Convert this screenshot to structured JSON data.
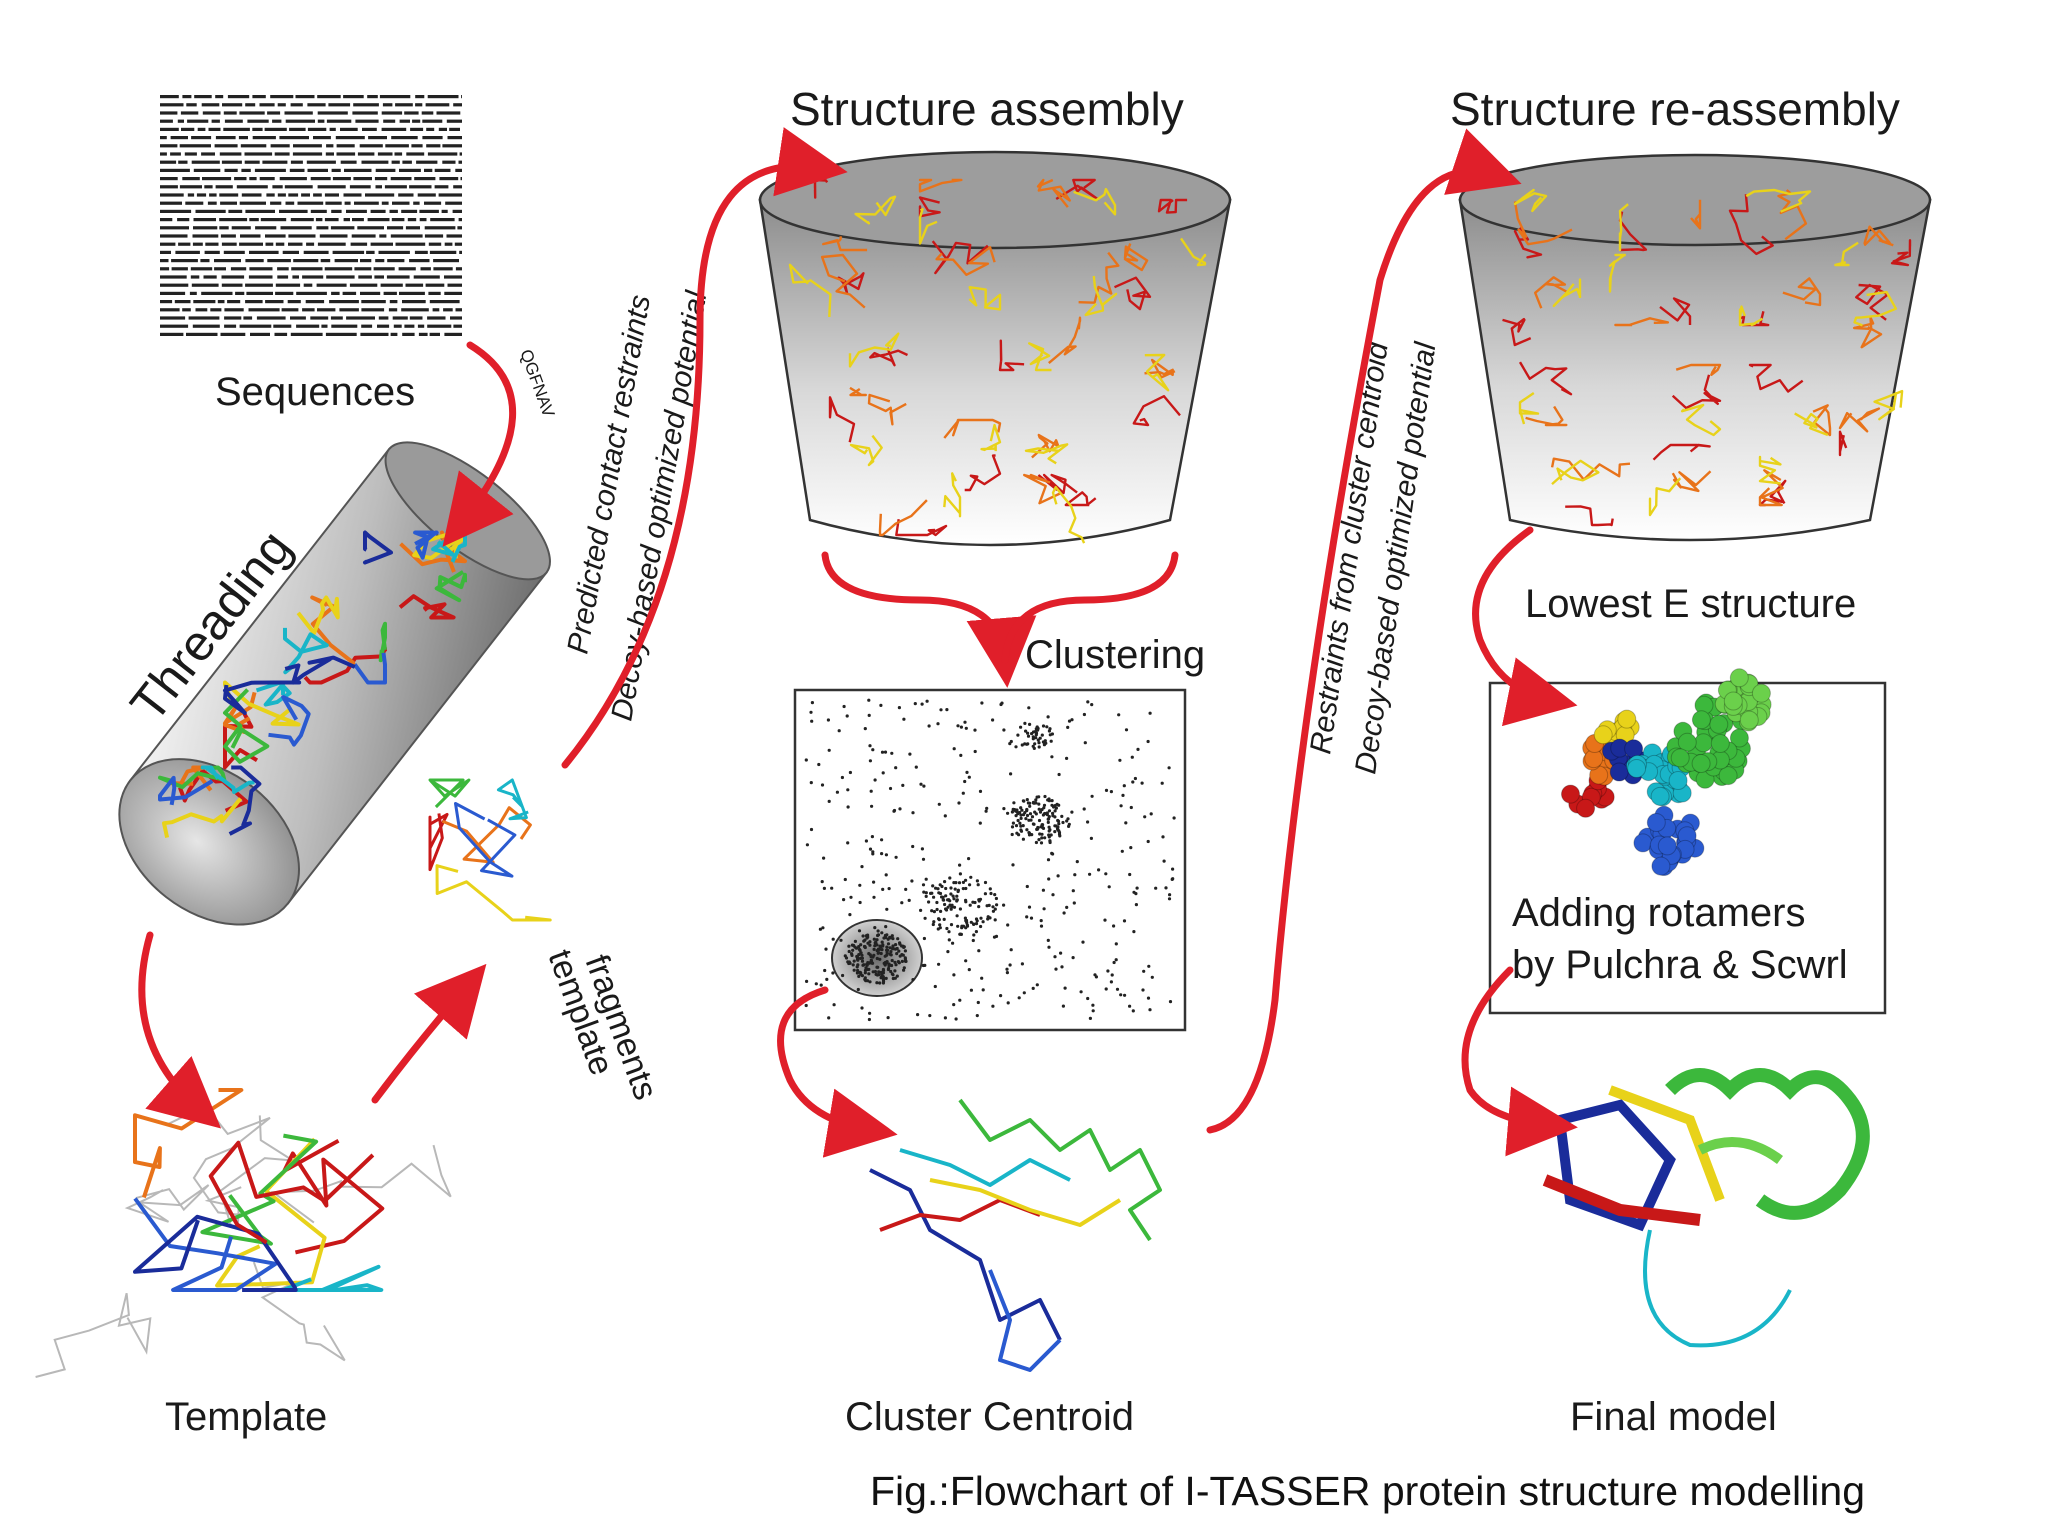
{
  "colors": {
    "arrow": "#e01f2a",
    "cylinder_dark": "#8a8a8a",
    "cylinder_light": "#f2f2f2",
    "text": "#1a1a1a",
    "rainbow": [
      "#c81818",
      "#e8731a",
      "#e8d21a",
      "#3cb83c",
      "#19b5c8",
      "#2a5ad0",
      "#1a2c9a"
    ]
  },
  "labels": {
    "sequences": "Sequences",
    "seq_fragment": "QGFNAV",
    "threading": "Threading",
    "template": "Template",
    "template_fragments_1": "template",
    "template_fragments_2": "fragments",
    "restraints_1": "Predicted contact restraints",
    "restraints_2": "Decoy-based optimized potential",
    "structure_assembly": "Structure assembly",
    "clustering": "Clustering",
    "cluster_centroid": "Cluster Centroid",
    "reassembly_restraints_1": "Restraints from cluster centroid",
    "reassembly_restraints_2": "Decoy-based optimized potential",
    "structure_reassembly": "Structure re-assembly",
    "lowest_e": "Lowest E structure",
    "rotamers_1": "Adding rotamers",
    "rotamers_2": "by Pulchra & Scwrl",
    "final_model": "Final model"
  },
  "caption": "Fig.:Flowchart of I-TASSER protein structure modelling",
  "icons": {
    "sequence_block": "sequence-text-icon",
    "threading_tube": "threading-cylinder-icon",
    "bucket": "decoy-bucket-icon",
    "cluster_plot": "cluster-scatter-icon",
    "protein": "protein-ribbon-icon"
  }
}
